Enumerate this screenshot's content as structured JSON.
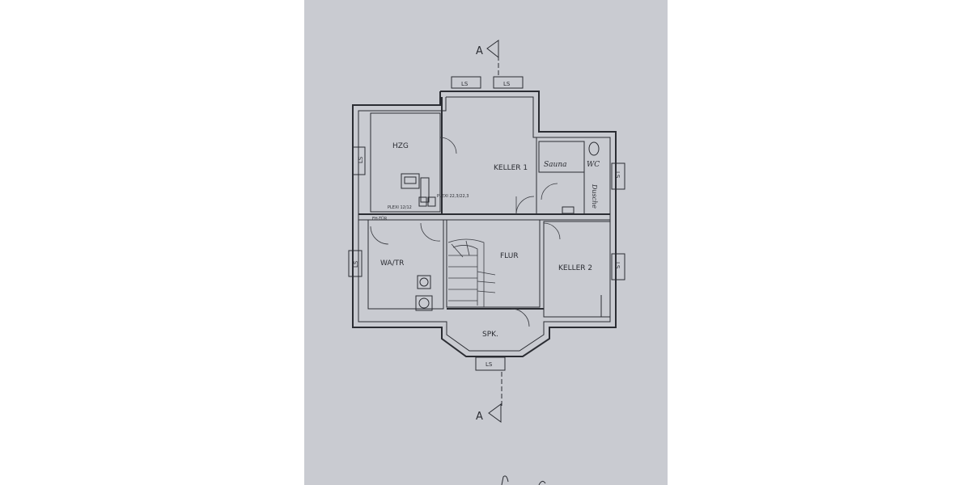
{
  "section_marker_top": "A",
  "section_marker_bottom": "A",
  "window_label": "LS",
  "rooms": {
    "hzg": "HZG",
    "keller1": "KELLER 1",
    "sauna": "Sauna",
    "wc": "WC",
    "dusche": "Dusche",
    "wa_tr": "WA/TR",
    "flur": "FLUR",
    "keller2": "KELLER 2",
    "spk": "SPK."
  },
  "annotations": {
    "plexi_right": "PLEXI 22,3/22,3",
    "plexi_left": "PLEXI 12/12",
    "fh_tuer": "FH-TÜR"
  },
  "colors": {
    "paper": "#c9cbd1",
    "ink": "#2b2d33"
  }
}
